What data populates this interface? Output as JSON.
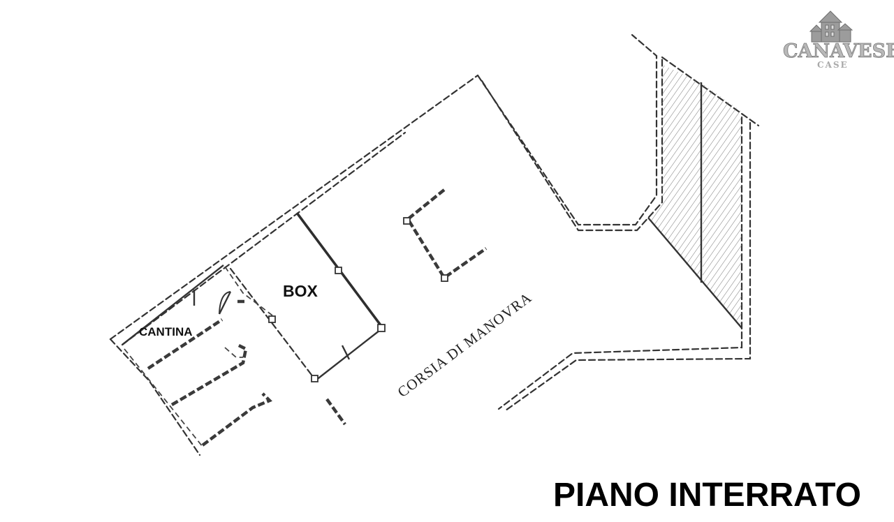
{
  "plan": {
    "title": "PIANO INTERRATO",
    "rooms": {
      "cantina": "CANTINA",
      "box": "BOX",
      "corsia": "CORSIA DI MANOVRA"
    }
  },
  "logo": {
    "name": "CANAVESE",
    "tagline": "CASE",
    "icon": "houses-icon"
  },
  "colors": {
    "linework": "#333333",
    "title": "#000000",
    "logo": "#9a9a9a"
  }
}
